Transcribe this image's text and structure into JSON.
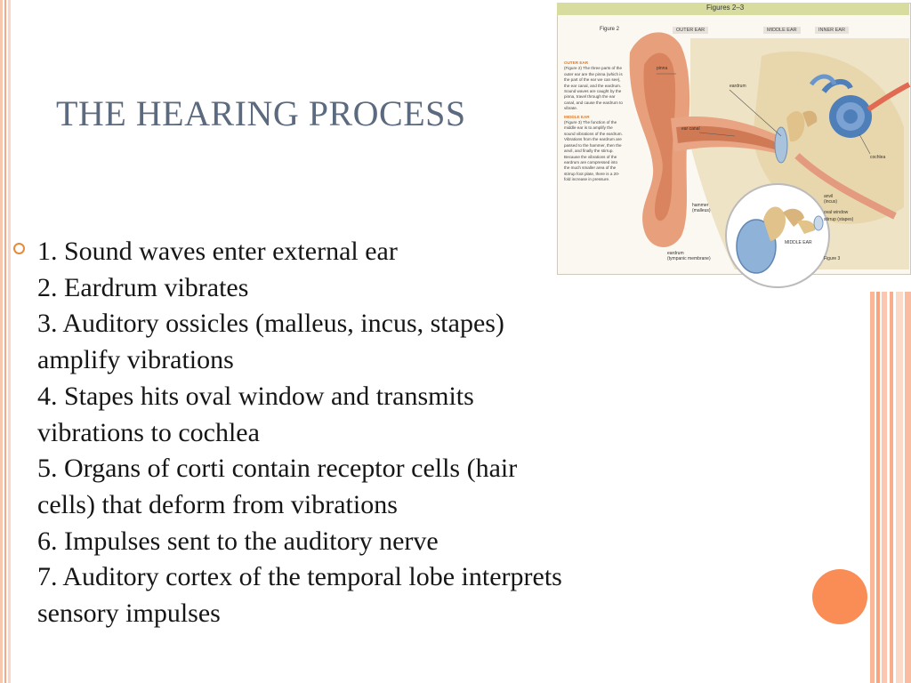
{
  "slide": {
    "title": "THE HEARING PROCESS",
    "steps": [
      "1. Sound waves enter external ear",
      "2. Eardrum vibrates",
      "3. Auditory ossicles (malleus, incus, stapes)",
      "amplify vibrations",
      "4. Stapes hits oval window and transmits",
      "vibrations to cochlea",
      "5. Organs of corti contain receptor cells (hair",
      "cells) that deform from vibrations",
      "6. Impulses sent to the auditory nerve",
      "7. Auditory cortex of the temporal lobe interprets",
      "sensory impulses"
    ]
  },
  "figure": {
    "header": "Figures 2–3",
    "figure2_label": "Figure 2",
    "figure3_label": "Figure 3",
    "columns": {
      "outer": "OUTER EAR",
      "middle": "MIDDLE EAR",
      "inner": "INNER EAR"
    },
    "outer_ear_head": "OUTER EAR",
    "outer_ear_text": "(Figure 2) The three parts of the outer ear are the pinna (which is the part of the ear we can see), the ear canal, and the eardrum. Sound waves are caught by the pinna, travel through the ear canal, and cause the eardrum to vibrate.",
    "middle_ear_head": "MIDDLE EAR",
    "middle_ear_text": "(Figure 3) The function of the middle ear is to amplify the sound vibrations of the eardrum. Vibrations from the eardrum are passed to the hammer, then the anvil, and finally the stirrup. Because the vibrations of the eardrum are compressed into the much smaller area of the stirrup foot plate, there is a 20-fold increase in pressure.",
    "labels": {
      "pinna": "pinna",
      "eardrum": "eardrum",
      "ear_canal": "ear canal",
      "cochlea": "cochlea",
      "anvil": "anvil",
      "incus": "(incus)",
      "hammer": "hammer",
      "malleus": "(malleus)",
      "oval_window": "oval window",
      "stirrup": "stirrup (stapes)",
      "middle_ear": "MIDDLE EAR",
      "eardrum2": "eardrum",
      "tympanic": "(tympanic membrane)"
    }
  },
  "colors": {
    "title": "#5b6a7e",
    "bullet": "#e58b3c",
    "accent_circle": "#fa8c56",
    "stripe": "#f7b89a"
  }
}
